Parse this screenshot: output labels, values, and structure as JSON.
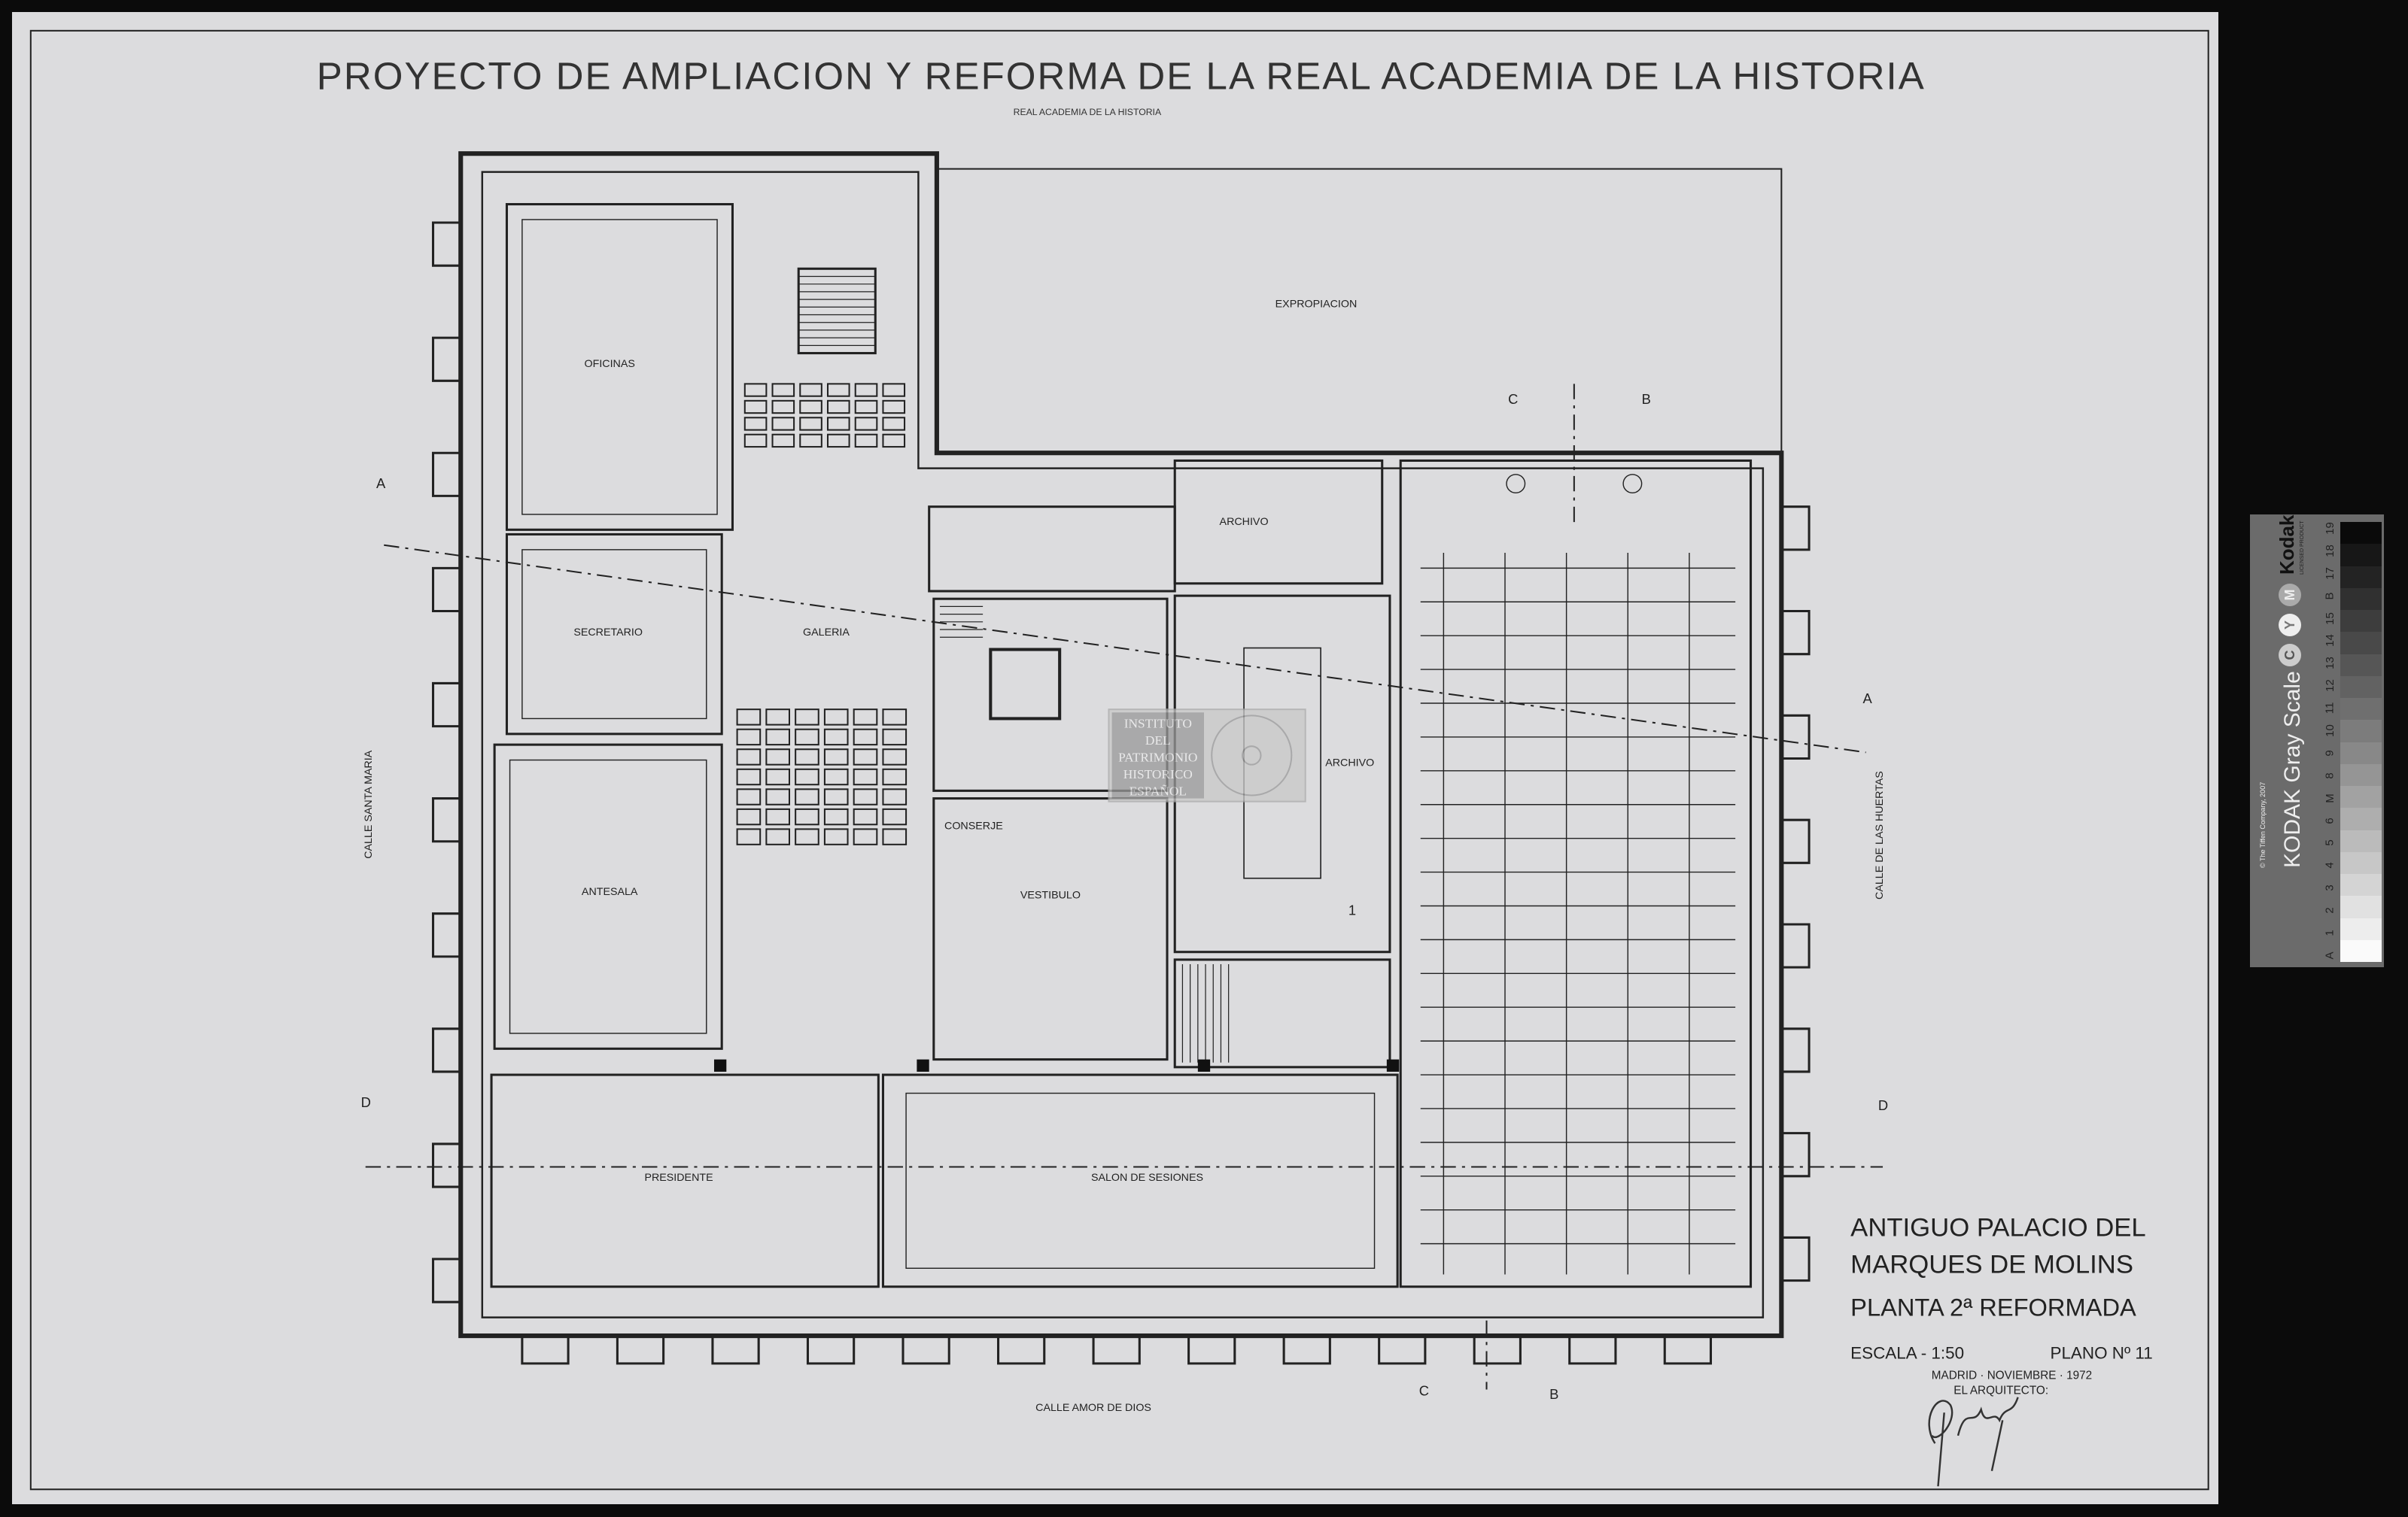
{
  "title": "PROYECTO DE AMPLIACION Y REFORMA DE LA REAL ACADEMIA DE LA HISTORIA",
  "neighbor_label": "REAL ACADEMIA DE LA HISTORIA",
  "rooms": {
    "oficinas": "OFICINAS",
    "secretario": "SECRETARIO",
    "galeria": "GALERIA",
    "antesala": "ANTESALA",
    "presidente": "PRESIDENTE",
    "salon": "SALON DE SESIONES",
    "archivo_top": "ARCHIVO",
    "archivo_mid": "ARCHIVO",
    "vestibulo": "VESTIBULO",
    "conserje": "CONSERJE",
    "expropiacion": "EXPROPIACION"
  },
  "streets": {
    "left": "CALLE SANTA MARIA",
    "right": "CALLE DE LAS HUERTAS",
    "bottom": "CALLE AMOR DE DIOS"
  },
  "sections": {
    "a1": "A",
    "a2": "A",
    "d1": "D",
    "d2": "D",
    "c1": "C",
    "b1": "B",
    "c2": "C",
    "b2": "B",
    "one": "1"
  },
  "title_block": {
    "line1": "ANTIGUO PALACIO DEL",
    "line2": "MARQUES DE MOLINS",
    "line3": "PLANTA 2ª REFORMADA",
    "scale": "ESCALA - 1:50",
    "plan_no": "PLANO Nº 11",
    "date": "MADRID · NOVIEMBRE · 1972",
    "architect": "EL ARQUITECTO:"
  },
  "watermark": {
    "lines": [
      "INSTITUTO",
      "DEL",
      "PATRIMONIO",
      "HISTORICO",
      "ESPAÑOL"
    ],
    "logo": "IPHE"
  },
  "kodak": {
    "brand": "Kodak",
    "licensed": "LICENSED PRODUCT",
    "label": "KODAK Gray Scale",
    "copyright": "© The Tiffen Company, 2007",
    "cym": [
      "C",
      "Y",
      "M"
    ],
    "steps": [
      "A",
      "1",
      "2",
      "3",
      "4",
      "5",
      "6",
      "M",
      "8",
      "9",
      "10",
      "11",
      "12",
      "13",
      "14",
      "15",
      "B",
      "17",
      "18",
      "19"
    ]
  }
}
